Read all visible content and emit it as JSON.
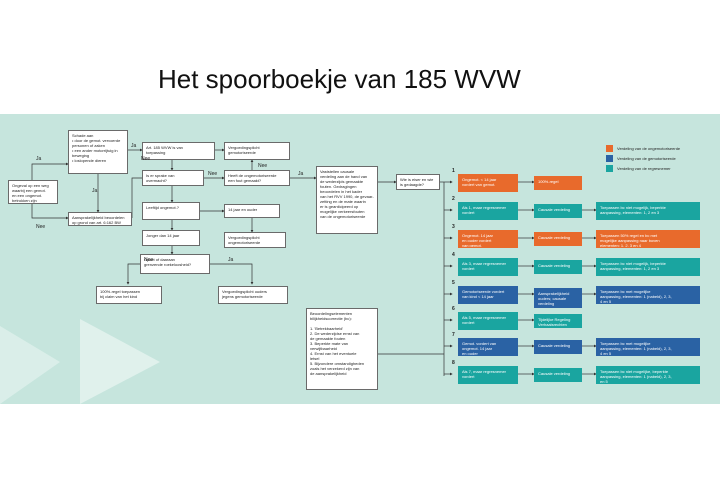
{
  "title": "Het spoorboekje van 185 WVW",
  "colors": {
    "panel": "#c6e5dd",
    "red": "#e86a2c",
    "blue": "#2a62a4",
    "teal": "#1aa5a0"
  },
  "legend": [
    {
      "color": "#e86a2c",
      "label": "Verdeling van de ongemotoriseerde"
    },
    {
      "color": "#2a62a4",
      "label": "Verdeling van de gemotoriseerde"
    },
    {
      "color": "#1aa5a0",
      "label": "Verdeling van de regresnemer"
    }
  ],
  "labels": {
    "ja": "Ja",
    "nee": "Nee"
  },
  "left": {
    "start": "Ongeval op een weg\nwaarbij een gemot.\nen een ongemot.\nbetrokken zijn",
    "schade": "Schade aan\n• door de gemot. vervoerde\n  personen of zaken\n• een ander motorrijtuig in\n  beweging\n• loslopende dieren",
    "aansprakelijkheid": "Aansprakelijkheid beoordelen\nop grond van art. 6:162 BW",
    "art185": "Art. 185 WVW is van\ntoepassing",
    "vergoeding_gemot": "Vergoedingsplicht\ngemotoriseerde",
    "overmacht": "Is er sprake van\novermacht?",
    "fout": "Heeft de ongemotoriseerde\neen fout gemaakt?",
    "leeftijd": "Leeftijd ongemot.?",
    "veertien_ouder": "14 jaar en ouder",
    "jonger": "Jonger dan 14 jaar",
    "vergoeding_ongemot": "Vergoedingsplicht\nongemotoriseerde",
    "opzet": "Opzet of daaraan\ngrenzende roekeloosheid?",
    "honderd": "100%-regel toepassen\nbij claim van het kind",
    "ouders": "Vergoedingsplicht ouders\njegens gemotoriseerde",
    "vaststellen": "Vaststellen causale\nverdeling aan de hand van\nde wederzijds gemaakte\nfouten. Gedragingen\nbeoordelen in het kader\nvan het RVV 1990, de gevaar-\nzetting en de mate waarin\ner is geanticipeerd op\nmogelijke verkeersfouten\nvan de ongemotoriseerde",
    "wie": "Wie is eiser en wie\nis gedaagde?",
    "beoordeling": "Beoordelingselementen\nbilijkheidscorrectie (bc):\n\n1. 'Betrekbaarheid'\n2. De wederzijdse ernst van\n   de gemaakte fouten\n3. Beperkte mate van\n   verwijtbaarheid\n4. Ernst van het eventuele\n   letsel\n5. Bijzondere omstandigheden\n   zoals het verzekerd zijn van\n   de aansprakelijkheid"
  },
  "steps": [
    {
      "num": "1",
      "a": "Ongemot. < 14 jaar\nvordert van gemot.",
      "b": "100%-regel",
      "c": ""
    },
    {
      "num": "2",
      "a": "Als 1, maar regresnemer\nvordert",
      "b": "Causale verdeling",
      "c": "Toepassen bc niet mogelijk, beperkte\naanpassing, elementen: 1, 2 en 3"
    },
    {
      "num": "3",
      "a": "Ongemot. 14 jaar\nen ouder vordert\nvan gemot.",
      "b": "Causale verdeling",
      "c": "Toepassen 50% regel en bc met\nmogelijke aanpassing naar boven\nelementen: 1, 2, 3 en 4"
    },
    {
      "num": "4",
      "a": "Als 3, maar regresnemer\nvordert",
      "b": "Causale verdeling",
      "c": "Toepassen bc niet mogelijk, beperkte\naanpassing, elementen: 1, 2 en 3"
    },
    {
      "num": "5",
      "a": "Gemotoriseerde vordert\nvan kind < 14 jaar",
      "b": "Aansprakelijkheid\nouders; causale\nverdeling",
      "c": "Toepassen bc met mogelijke\naanpassing, elementen: 1 (nabeld), 2, 3,\n4 en 5"
    },
    {
      "num": "6",
      "a": "Als 5, maar regresnemer\nvordert",
      "b": "Tijdelijke Regeling\nVerhaalsrechten",
      "c": ""
    },
    {
      "num": "7",
      "a": "Gemot. vordert van\nongemot. 14 jaar\nen ouder",
      "b": "Causale verdeling",
      "c": "Toepassen bc met mogelijke\naanpassing, elementen: 1 (nabeld), 2, 3,\n4 en 5"
    },
    {
      "num": "8",
      "a": "Als 7, maar regresnemer\nvordert",
      "b": "Causale verdeling",
      "c": "Toepassen bc niet mogelijke, beperkte\naanpassing, elementen: 1 (nabeld), 2, 3,\nen 5"
    }
  ]
}
